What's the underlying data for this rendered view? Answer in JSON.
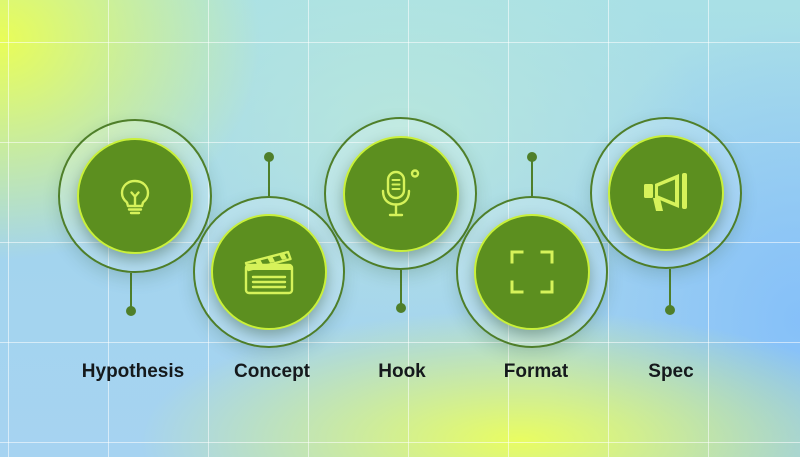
{
  "steps": [
    {
      "label": "Hypothesis",
      "icon": "lightbulb-icon"
    },
    {
      "label": "Concept",
      "icon": "clapperboard-icon"
    },
    {
      "label": "Hook",
      "icon": "microphone-icon"
    },
    {
      "label": "Format",
      "icon": "frame-corners-icon"
    },
    {
      "label": "Spec",
      "icon": "megaphone-icon"
    }
  ],
  "colors": {
    "disc_fill": "#5c8f1f",
    "icon_accent": "#d6f25a",
    "ring_stroke": "#4f7f2a",
    "label_text": "#15191c"
  }
}
